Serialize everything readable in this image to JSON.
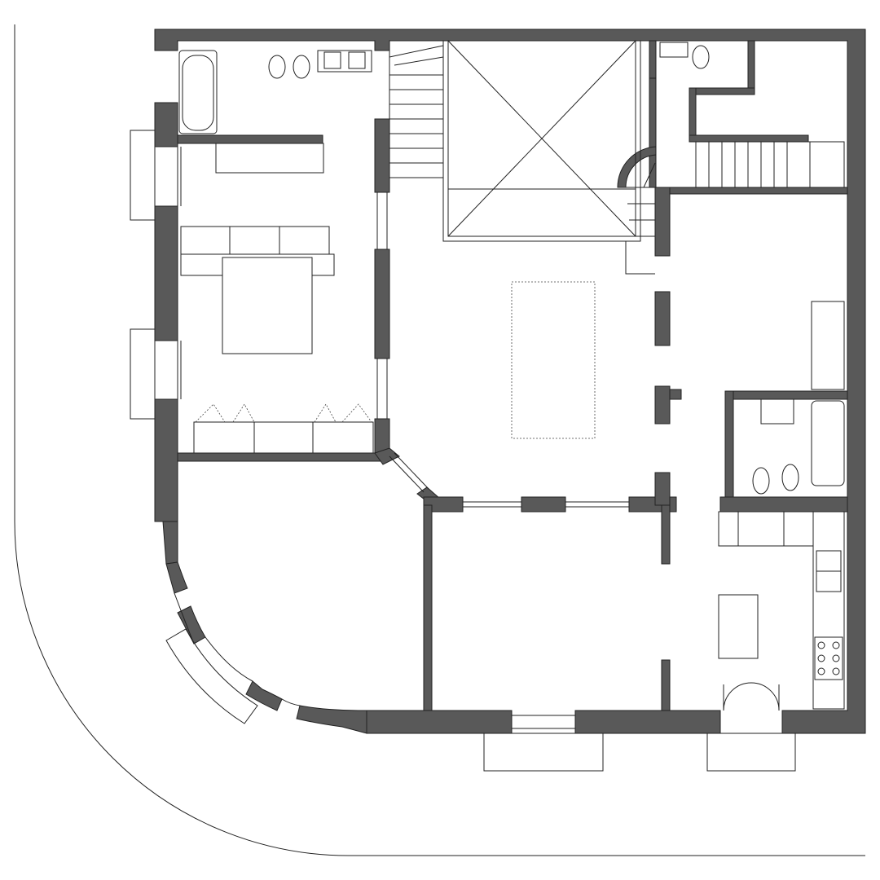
{
  "diagram": {
    "type": "architectural-floor-plan",
    "colors": {
      "wall": "#595959",
      "line": "#222222",
      "background": "#ffffff"
    },
    "rooms": [
      "master-bedroom",
      "master-bathroom",
      "stair-hall",
      "rounded-living-room",
      "living-dining-room",
      "kitchen",
      "bedroom",
      "bathroom",
      "service-bathroom",
      "service-stair"
    ]
  }
}
